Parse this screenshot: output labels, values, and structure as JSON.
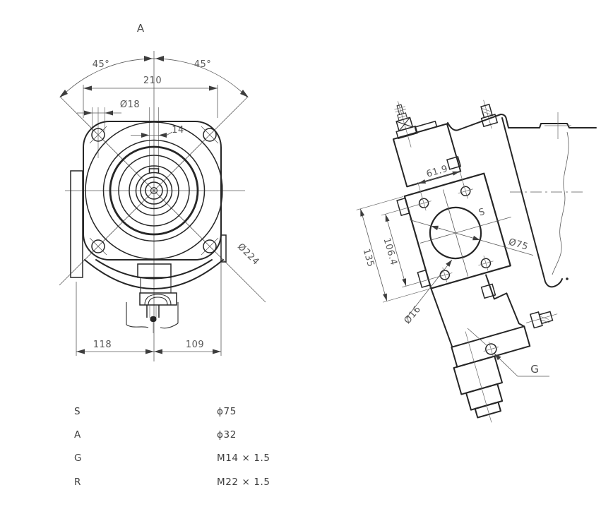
{
  "front_view": {
    "section_label": "A",
    "dims": {
      "angle_left": "45°",
      "angle_right": "45°",
      "overall_width": "210",
      "bolt_hole_dia": "Ø18",
      "key_width": "14",
      "bolt_circle_dia": "Ø224",
      "offset_left": "118",
      "offset_right": "109"
    }
  },
  "side_view": {
    "port_label": "S",
    "drain_label": "G",
    "dims": {
      "hole_spacing_horizontal": "61.9",
      "hole_spacing_vertical": "106.4",
      "flange_length": "135",
      "locating_hole_dia": "Ø16",
      "port_dia": "Ø75"
    }
  },
  "ports_table": {
    "rows": [
      {
        "code": "S",
        "size": "ϕ75"
      },
      {
        "code": "A",
        "size": "ϕ32"
      },
      {
        "code": "G",
        "size": "M14 × 1.5"
      },
      {
        "code": "R",
        "size": "M22 × 1.5"
      }
    ]
  },
  "colors": {
    "outline": "#262626",
    "thin_line": "#5a5a5a",
    "dim_text": "#575757",
    "table_text": "#3f3f3f",
    "background": "#ffffff"
  }
}
